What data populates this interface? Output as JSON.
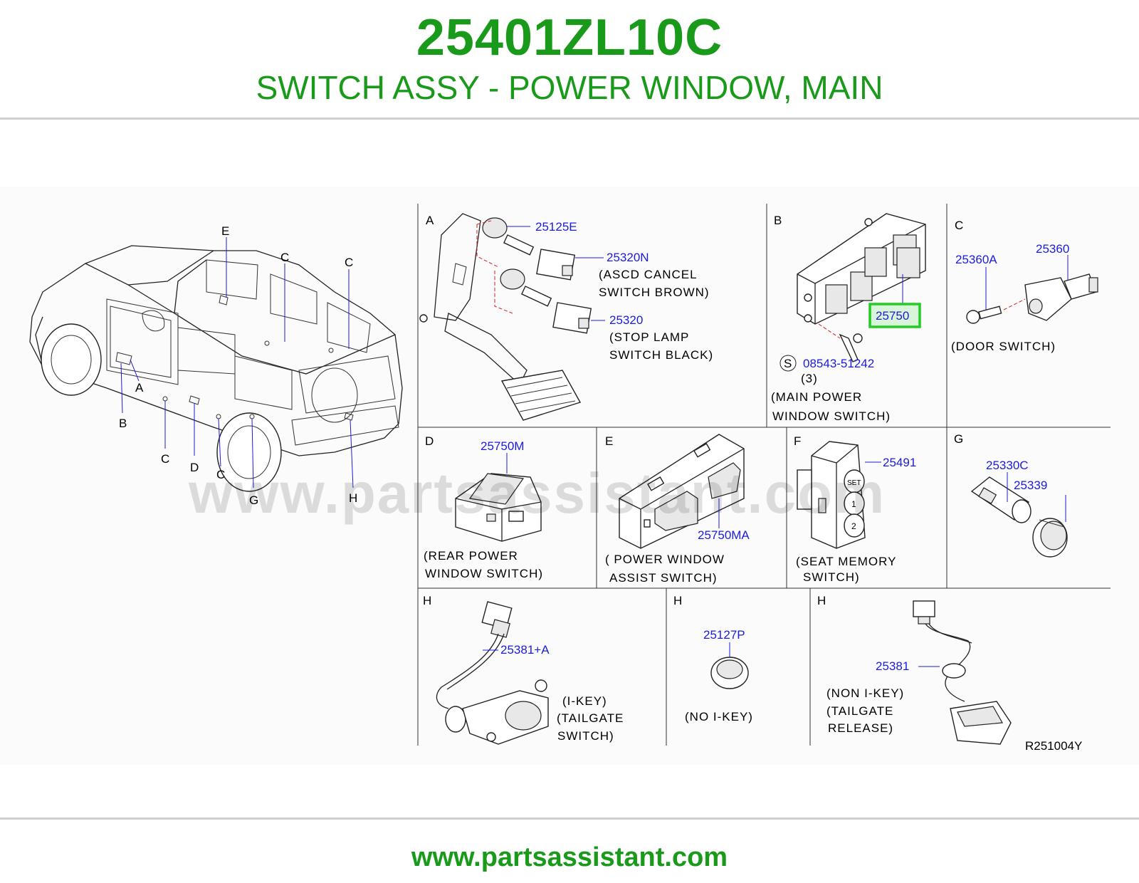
{
  "header": {
    "part_number": "25401ZL10C",
    "part_name": "SWITCH ASSY - POWER WINDOW, MAIN"
  },
  "footer": {
    "url": "www.partsassistant.com"
  },
  "watermark": "www.partsassistant.com",
  "vehicle_callouts": {
    "A": "A",
    "B": "B",
    "C1": "C",
    "C2": "C",
    "C3": "C",
    "C4": "C",
    "D": "D",
    "E": "E",
    "G": "G",
    "H": "H"
  },
  "sections": {
    "A": {
      "letter": "A",
      "parts": [
        "25125E",
        "25320N",
        "25320"
      ],
      "desc1": [
        "(ASCD  CANCEL",
        "SWITCH  BROWN)"
      ],
      "desc2": [
        "(STOP  LAMP",
        "SWITCH  BLACK)"
      ]
    },
    "B": {
      "letter": "B",
      "highlight_part": "25750",
      "screw_symbol": "S",
      "screw_part": "08543-51242",
      "screw_qty": "(3)",
      "desc": [
        "(MAIN  POWER",
        "WINDOW  SWITCH)"
      ]
    },
    "C": {
      "letter": "C",
      "parts": [
        "25360A",
        "25360"
      ],
      "desc": [
        "(DOOR  SWITCH)"
      ]
    },
    "D": {
      "letter": "D",
      "part": "25750M",
      "desc": [
        "(REAR  POWER",
        "WINDOW  SWITCH)"
      ]
    },
    "E": {
      "letter": "E",
      "part": "25750MA",
      "desc": [
        "(  POWER  WINDOW",
        "ASSIST  SWITCH)"
      ]
    },
    "F": {
      "letter": "F",
      "part": "25491",
      "desc": [
        "(SEAT  MEMORY",
        "SWITCH)"
      ],
      "buttons": [
        "SET",
        "1",
        "2"
      ]
    },
    "G": {
      "letter": "G",
      "parts": [
        "25330C",
        "25339"
      ]
    },
    "H1": {
      "letter": "H",
      "part": "25381+A",
      "desc": [
        "(I-KEY)",
        "(TAILGATE",
        "SWITCH)"
      ]
    },
    "H2": {
      "letter": "H",
      "part": "25127P",
      "desc": [
        "(NO  I-KEY)"
      ]
    },
    "H3": {
      "letter": "H",
      "part": "25381",
      "desc": [
        "(NON  I-KEY)",
        "(TAILGATE",
        "RELEASE)"
      ],
      "ref_code": "R251004Y"
    }
  },
  "colors": {
    "title_green": "#1a9a1a",
    "part_number_blue": "#1b1be0",
    "highlight_green": "#22cc22"
  }
}
